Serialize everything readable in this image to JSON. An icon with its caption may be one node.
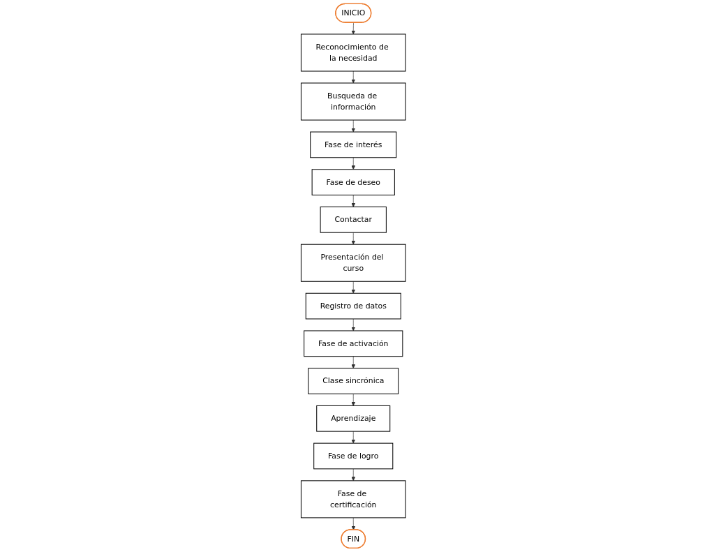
{
  "diagram": {
    "nodes": [
      {
        "text": [
          "INICIO"
        ]
      },
      {
        "text": [
          "Reconocimiento de la necesidad"
        ]
      },
      {
        "text": [
          "Busqueda de información"
        ]
      },
      {
        "text": [
          "Fase de interés"
        ]
      },
      {
        "text": [
          "Fase de deseo"
        ]
      },
      {
        "text": [
          "Contactar"
        ]
      },
      {
        "text": [
          "Presentación del curso"
        ]
      },
      {
        "text": [
          "Registro de datos"
        ]
      },
      {
        "text": [
          "Fase de activación"
        ]
      },
      {
        "text": [
          "Clase sincrónica"
        ]
      },
      {
        "text": [
          "Aprendizaje"
        ]
      },
      {
        "text": [
          "Fase de logro"
        ]
      },
      {
        "text": [
          "Fase de certificación"
        ]
      },
      {
        "text": [
          "FIN"
        ]
      }
    ],
    "edges": [
      {
        "from": 0,
        "to": 1,
        "arrow": "to"
      },
      {
        "from": 1,
        "to": 2,
        "arrow": "to"
      },
      {
        "from": 2,
        "to": 3,
        "arrow": "to"
      },
      {
        "from": 3,
        "to": 4,
        "arrow": "to"
      },
      {
        "from": 4,
        "to": 5,
        "arrow": "to"
      },
      {
        "from": 5,
        "to": 6,
        "arrow": "to"
      },
      {
        "from": 6,
        "to": 7,
        "arrow": "to"
      },
      {
        "from": 7,
        "to": 8,
        "arrow": "to"
      },
      {
        "from": 8,
        "to": 9,
        "arrow": "to"
      },
      {
        "from": 9,
        "to": 10,
        "arrow": "to"
      },
      {
        "from": 10,
        "to": 11,
        "arrow": "to"
      },
      {
        "from": 11,
        "to": 12,
        "arrow": "to"
      },
      {
        "from": 12,
        "to": 13,
        "arrow": "to"
      }
    ]
  }
}
